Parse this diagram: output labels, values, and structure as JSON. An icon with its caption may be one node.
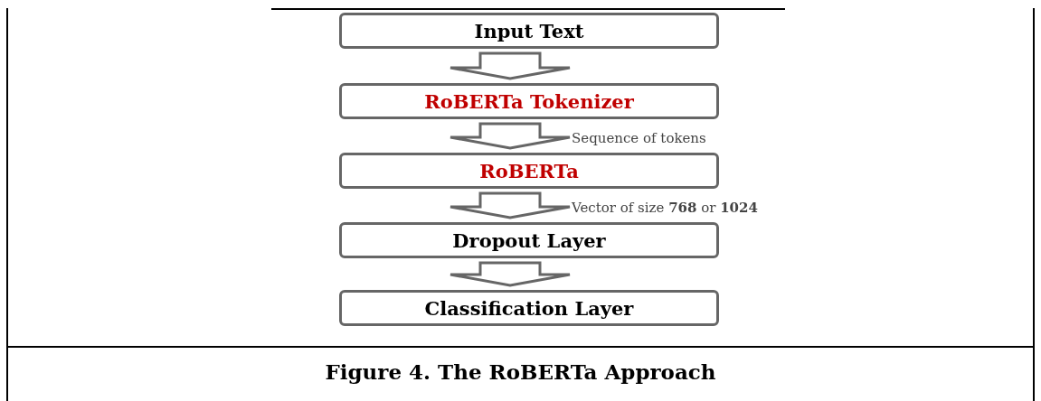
{
  "diagram": {
    "caption": "Figure 4. The RoBERTa Approach",
    "nodes": [
      {
        "text": [
          "Input Text"
        ]
      },
      {
        "text": [
          "RoBERTa Tokenizer"
        ]
      },
      {
        "text": [
          "RoBERTa"
        ]
      },
      {
        "text": [
          "Dropout Layer"
        ]
      },
      {
        "text": [
          "Classification Layer"
        ]
      }
    ],
    "edges": [
      {
        "from": 0,
        "to": 1,
        "arrow": "to"
      },
      {
        "from": 1,
        "to": 2,
        "arrow": "to",
        "label": "Sequence of tokens"
      },
      {
        "from": 2,
        "to": 3,
        "arrow": "to",
        "label": "Vector of size **768** or **1024**"
      },
      {
        "from": 3,
        "to": 4,
        "arrow": "to"
      }
    ]
  }
}
